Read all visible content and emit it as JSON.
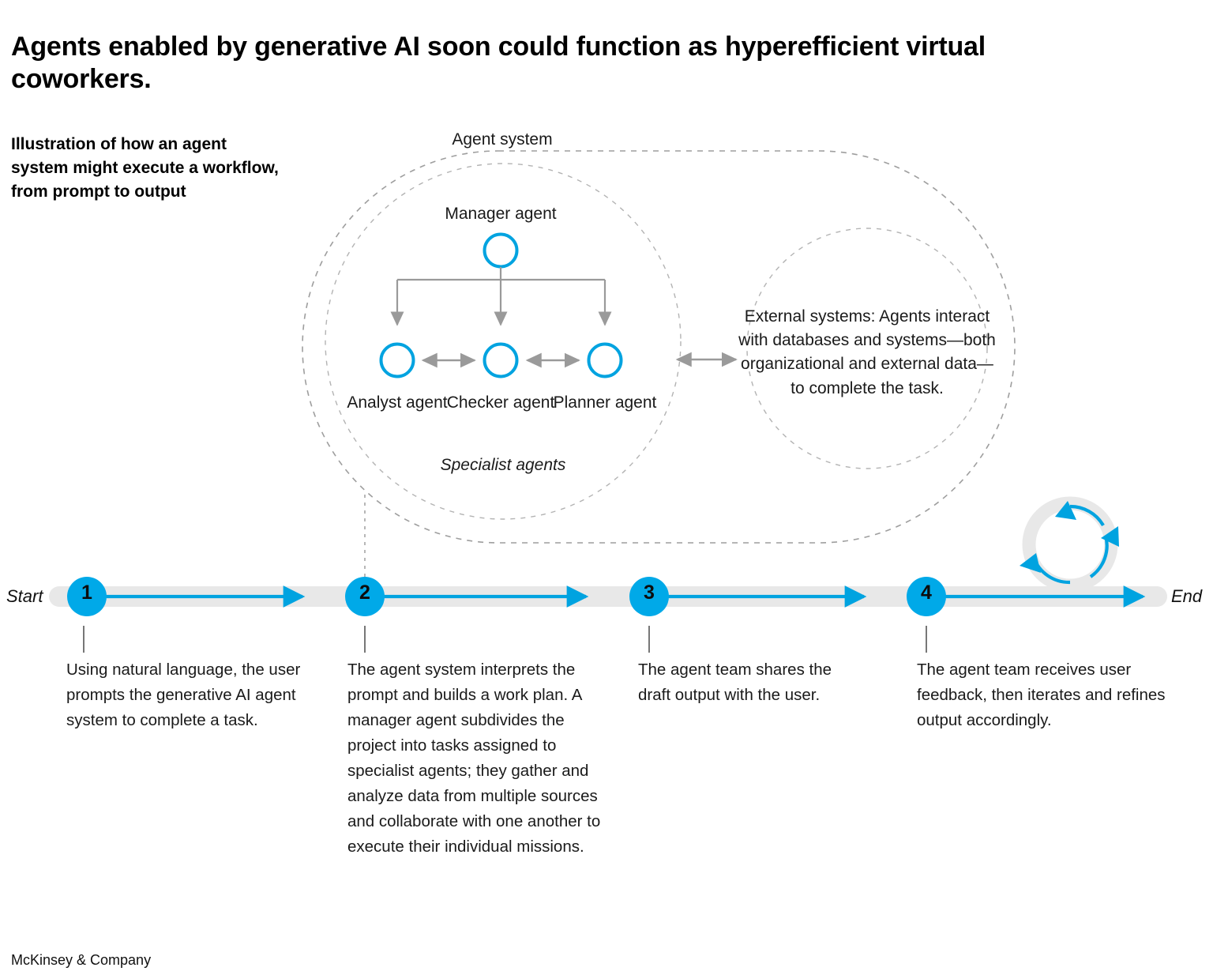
{
  "headline": "Agents enabled by generative AI soon could function as hyperefficient virtual coworkers.",
  "kicker": "Illustration of how an agent system might execute a workflow, from prompt to output",
  "footer": "McKinsey & Company",
  "colors": {
    "accent_blue": "#00A3E0",
    "track_gray": "#E8E8E8",
    "connector_gray": "#9A9A9A",
    "dashed_gray": "#9E9E9E",
    "text_black": "#1a1a1a"
  },
  "diagram": {
    "outer_label": "Agent system",
    "manager_label": "Manager agent",
    "specialists_caption": "Specialist agents",
    "specialists": [
      {
        "label": "Analyst agent"
      },
      {
        "label": "Checker agent"
      },
      {
        "label": "Planner agent"
      }
    ],
    "external_systems": "External systems: Agents interact with databases and systems—both organizational and external data—to complete the task."
  },
  "timeline": {
    "start_label": "Start",
    "end_label": "End",
    "steps": [
      {
        "number": "1",
        "body": "Using natural language, the user prompts the generative AI agent system to complete a task."
      },
      {
        "number": "2",
        "body": "The agent system interprets the prompt and builds a work plan. A manager agent subdivides the project into tasks assigned to specialist agents; they gather and analyze data from multiple sources and collaborate with one another to execute their individual missions."
      },
      {
        "number": "3",
        "body": "The agent team shares the draft output with the user."
      },
      {
        "number": "4",
        "body": "The agent team receives user feedback, then iterates and refines output accordingly."
      }
    ],
    "loop_icon": "refresh-loop-icon"
  }
}
